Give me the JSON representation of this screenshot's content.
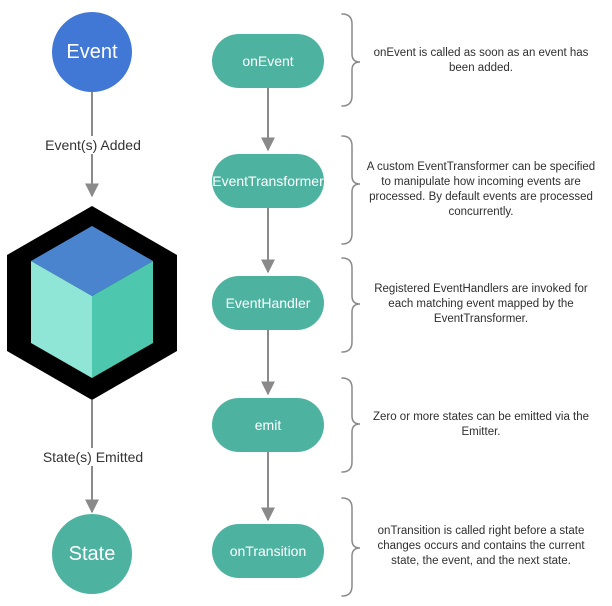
{
  "left_column": {
    "start_node": "Event",
    "start_edge_label": "Event(s) Added",
    "end_edge_label": "State(s) Emitted",
    "end_node": "State"
  },
  "steps": [
    {
      "label": "onEvent",
      "description": "onEvent is called as soon as an event has been added."
    },
    {
      "label": "EventTransformer",
      "description": "A custom EventTransformer can be specified to manipulate how incoming events are processed. By default events are processed concurrently."
    },
    {
      "label": "EventHandler",
      "description": "Registered EventHandlers are invoked for each matching event mapped by the EventTransformer."
    },
    {
      "label": "emit",
      "description": "Zero or more states can be emitted via the Emitter."
    },
    {
      "label": "onTransition",
      "description": "onTransition is called right before a state changes occurs and contains the current state, the event, and the next state."
    }
  ],
  "colors": {
    "event_node": "#4178d6",
    "state_node": "#4db3a0",
    "step_pill": "#4db3a0",
    "arrow": "#8a8a8a",
    "bloc_hexagon": "#000000",
    "cube_top": "#4a84cf",
    "cube_left": "#8fe6d6",
    "cube_right": "#4dc7ad"
  },
  "icons": {
    "bloc_logo": "hexagon-cube-icon"
  }
}
